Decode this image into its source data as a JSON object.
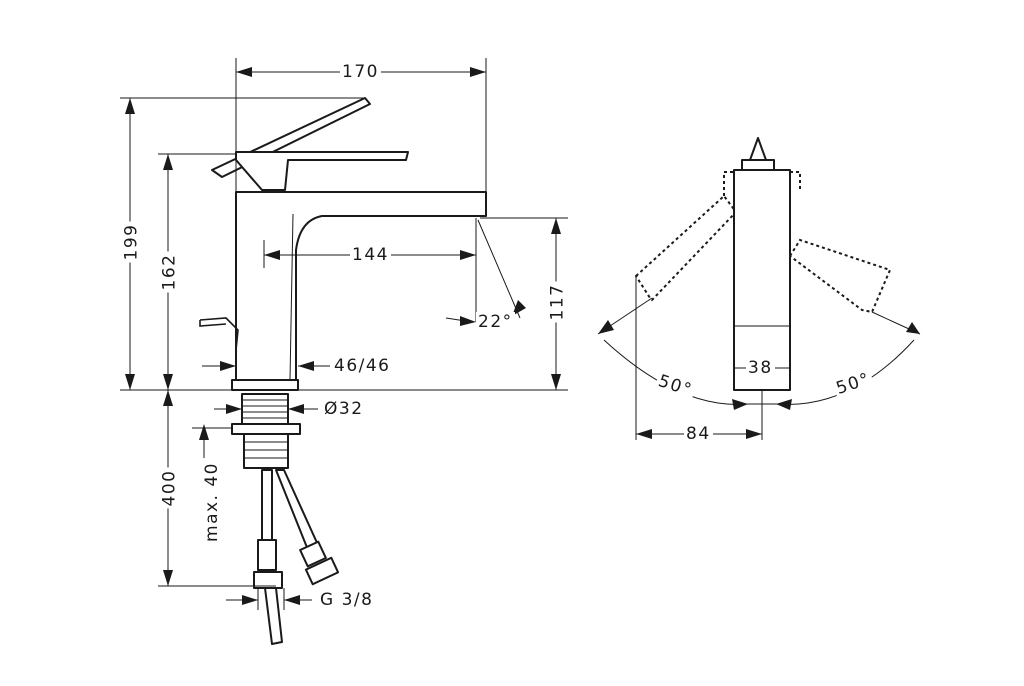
{
  "dimensions": {
    "width_total": "170",
    "height_total": "199",
    "height_lever": "162",
    "spout_reach": "144",
    "spout_height": "117",
    "spout_angle": "22°",
    "base_widths": "46/46",
    "thread_diameter": "Ø32",
    "hose_length": "400",
    "max_thickness": "max. 40",
    "connection": "G 3/8",
    "top_width": "38",
    "swing_offset": "84",
    "lever_angle_left": "50°",
    "lever_angle_right": "50°"
  }
}
